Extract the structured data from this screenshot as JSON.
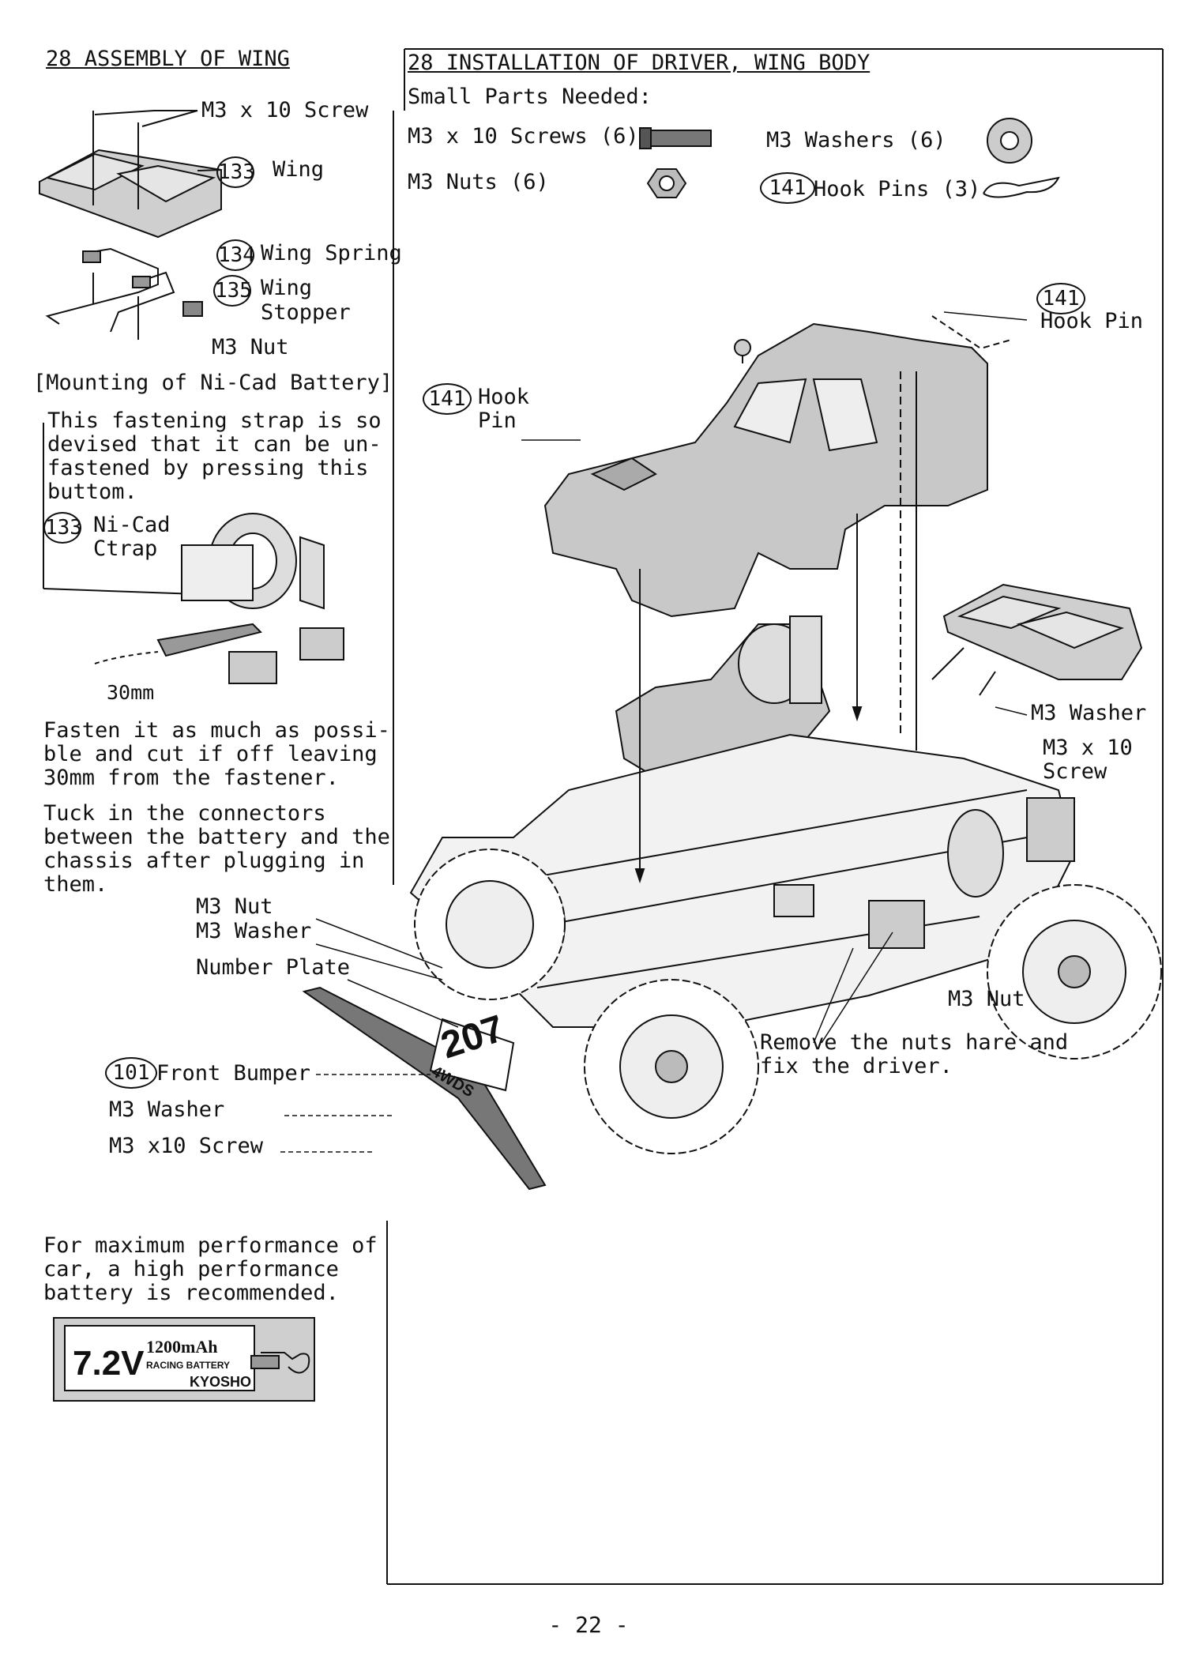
{
  "left": {
    "wing_title": "28 ASSEMBLY OF WING",
    "wing_labels": {
      "screw": "M3 x 10 Screw",
      "wing_num": "133",
      "wing": "Wing",
      "spring_num": "134",
      "spring": "Wing Spring",
      "stopper_num": "135",
      "stopper_1": "Wing",
      "stopper_2": "Stopper",
      "nut": "M3 Nut"
    },
    "battery_title": "[Mounting of Ni-Cad Battery]",
    "strap_text": "This fastening strap is so\ndevised that it can be un-\nfastened by pressing this\nbuttom.",
    "strap_num": "133",
    "strap_label": "Ni-Cad\nCtrap",
    "measure": "30mm",
    "fasten_text": "Fasten it as much as possi-\nble and cut if off leaving\n30mm from the fastener.",
    "tuck_text": "Tuck in the connectors\nbetween the battery and the\nchassis after plugging in\nthem.",
    "perf_text": "For maximum performance of\ncar, a high performance\nbattery is recommended.",
    "battery_brand": {
      "voltage": "7.2V",
      "capacity": "1200mAh",
      "type": "RACING BATTERY",
      "maker": "KYOSHO"
    }
  },
  "right": {
    "title": "28 INSTALLATION OF DRIVER, WING BODY",
    "parts_heading": "Small Parts Needed:",
    "parts": [
      {
        "label": "M3 x 10 Screws (6)"
      },
      {
        "label": "M3 Washers (6)"
      },
      {
        "label": "M3 Nuts (6)"
      },
      {
        "num": "141",
        "label": "Hook Pins (3)"
      }
    ],
    "hook_pin_num": "141",
    "hook_pin": "Hook Pin",
    "hook_pin_left_num": "141",
    "hook_pin_left_1": "Hook",
    "hook_pin_left_2": "Pin",
    "washer": "M3 Washer",
    "screw": "M3 x 10\nScrew",
    "nut_right": "M3 Nut",
    "remove_text": "Remove the nuts hare and\nfix the driver."
  },
  "bottom": {
    "nut": "M3 Nut",
    "washer": "M3 Washer",
    "plate": "Number Plate",
    "bumper_num": "101",
    "bumper": "Front Bumper",
    "washer2": "M3 Washer",
    "screw": "M3 x10 Screw",
    "plate_number": "207",
    "plate_sub": "4WDS"
  },
  "page_number": "-  22  -"
}
